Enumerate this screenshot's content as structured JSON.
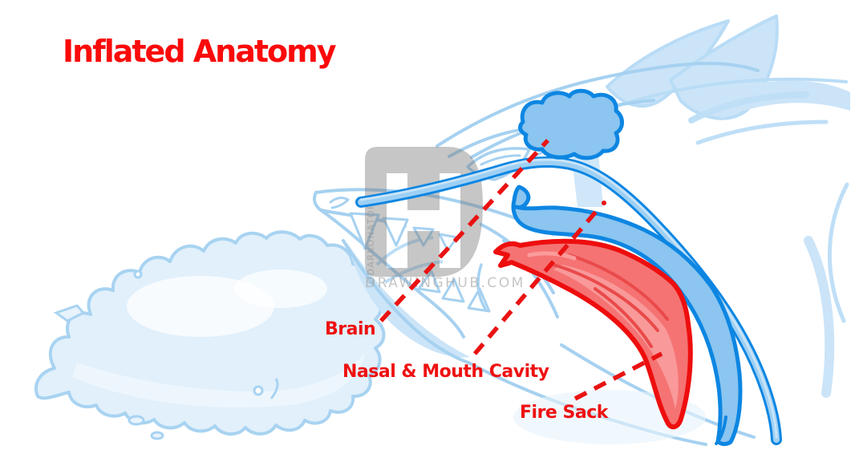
{
  "title": "Inflated Anatomy",
  "labels": {
    "brain": "Brain",
    "nasal_mouth_cavity": "Nasal & Mouth Cavity",
    "fire_sack": "Fire Sack"
  },
  "watermark": {
    "artist_credit": "©DARKONATOR",
    "site": "DRAWINGHUB.COM",
    "logo": "drawinghub-dh-logo"
  },
  "colors": {
    "title_red": "#fa0a0a",
    "label_red": "#ee1111",
    "leader_line_red": "#ea1212",
    "organ_fill_blue": "#8bc5f0",
    "organ_outline_blue": "#0d86e2",
    "fire_sack_fill": "#f57373",
    "fire_sack_outline": "#ee0e0e",
    "sketch_light_blue": "#a6d1f0",
    "cloud_fill": "#e1f0fb",
    "watermark_gray": "#9c9c9c",
    "background": "#ffffff"
  }
}
